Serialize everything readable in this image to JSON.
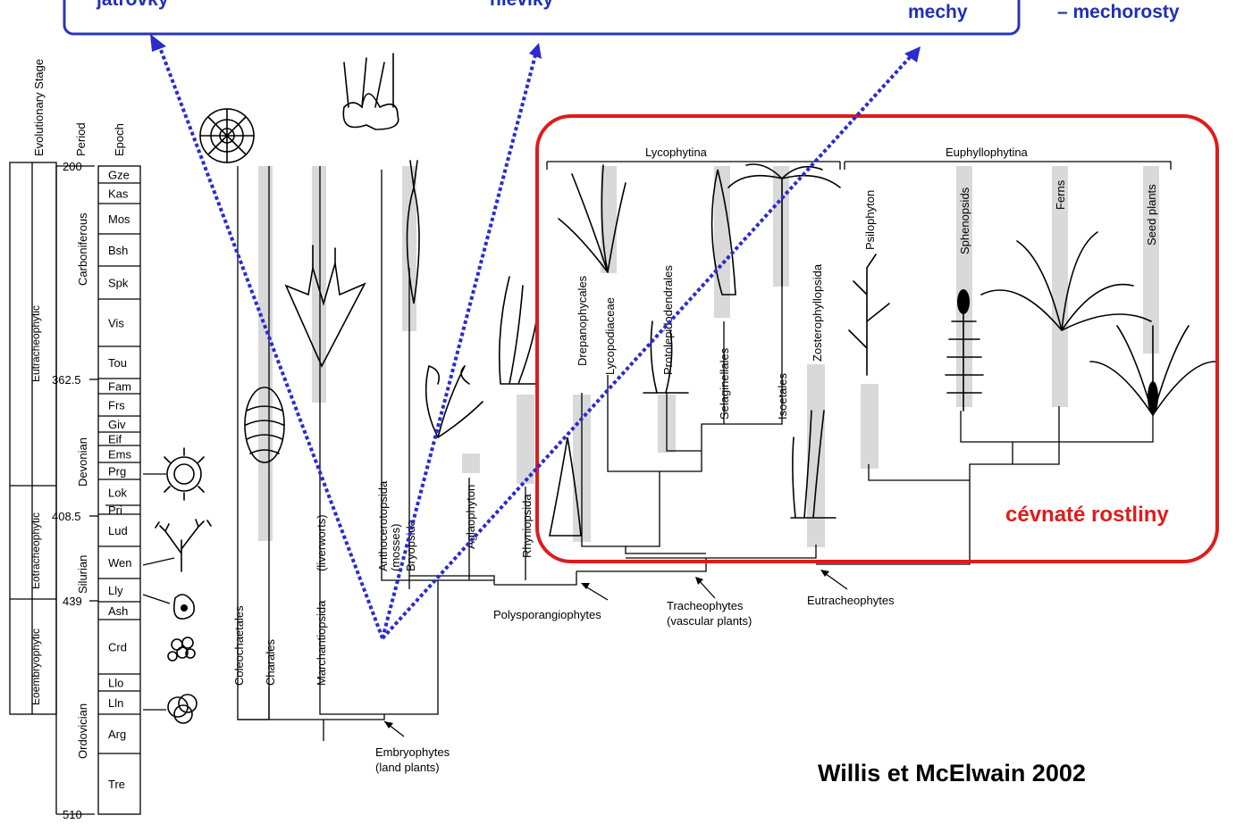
{
  "top_labels": {
    "jatrovky": "játrovky",
    "hleviky": "hlevíky",
    "mechy": "mechy",
    "mechorosty": "– mechorosty"
  },
  "vascular_label": "cévnaté rostliny",
  "credit": "Willis et McElwain 2002",
  "timescale": {
    "headers": {
      "stage": "Evolutionary Stage",
      "period": "Period",
      "epoch": "Epoch"
    },
    "ages": [
      "200",
      "362.5",
      "408.5",
      "439",
      "510"
    ],
    "stages": [
      "Eutracheophytic",
      "Eotracheophytic",
      "Eoembryophytic"
    ],
    "periods": [
      "Carboniferous",
      "Devonian",
      "Silurian",
      "Ordovician"
    ],
    "epochs": [
      "Gze",
      "Kas",
      "Mos",
      "Bsh",
      "Spk",
      "Vis",
      "Tou",
      "Fam",
      "Frs",
      "Giv",
      "Eif",
      "Ems",
      "Prg",
      "Lok",
      "Pri",
      "Lud",
      "Wen",
      "Lly",
      "Ash",
      "Crd",
      "Llo",
      "Lln",
      "Arg",
      "Tre"
    ]
  },
  "taxa": {
    "coleochaetales": "Coleochaetales",
    "charales": "Charales",
    "marchantiopsida": "Marchantiopsida",
    "liverworts": "(liverworts)",
    "anthocerotopsida": "Anthocerotopsida",
    "bryopsida": "Bryopsida",
    "mosses": "(mosses)",
    "aglaophyton": "Aglaophyton",
    "rhyniopsida": "Rhyniopsida",
    "drepanophycales": "Drepanophycales",
    "lycopodiaceae": "Lycopodiaceae",
    "protolepidodendrales": "Protolepidodendrales",
    "selaginellales": "Selaginellales",
    "isoetales": "Isoetales",
    "zosterophyllopsida": "Zosterophyllopsida",
    "psilophyton": "Psilophyton",
    "sphenopsids": "Sphenopsids",
    "ferns": "Ferns",
    "seed_plants": "Seed plants"
  },
  "groups": {
    "lycophytina": "Lycophytina",
    "euphyllophytina": "Euphyllophytina",
    "embryophytes": "Embryophytes",
    "embryophytes_sub": "(land plants)",
    "polysporangiophytes": "Polysporangiophytes",
    "tracheophytes": "Tracheophytes",
    "tracheophytes_sub": "(vascular plants)",
    "eutracheophytes": "Eutracheophytes"
  },
  "colors": {
    "blue_frame": "#2a35b8",
    "blue_dots": "#2b2bd0",
    "red_frame": "#e01b1b",
    "range_bar": "#d9d9d9"
  }
}
